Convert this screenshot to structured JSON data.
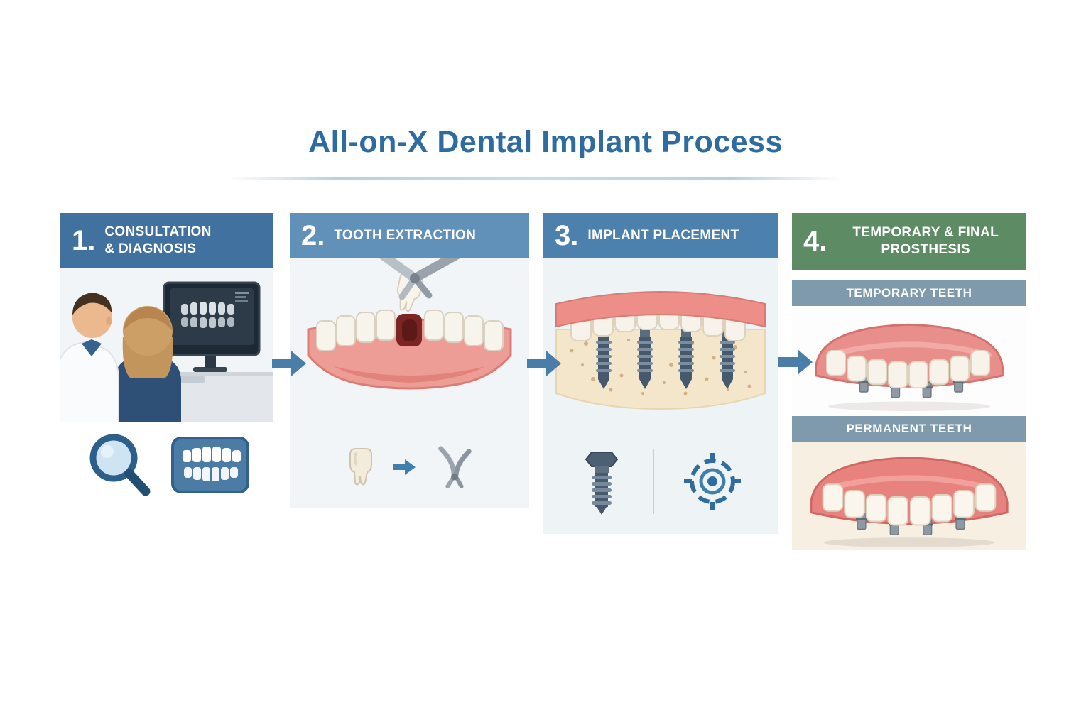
{
  "title": "All-on-X Dental Implant Process",
  "steps": [
    {
      "number": "1.",
      "label": "CONSULTATION & DIAGNOSIS"
    },
    {
      "number": "2.",
      "label": "TOOTH EXTRACTION"
    },
    {
      "number": "3.",
      "label": "IMPLANT PLACEMENT"
    },
    {
      "number": "4.",
      "label": "TEMPORARY & FINAL PROSTHESIS"
    }
  ],
  "prosthesis": {
    "temporary_band": "TEMPORARY TEETH",
    "permanent_band": "PERMANENT TEETH"
  },
  "icons": {
    "step1": [
      "magnifier-icon",
      "teeth-chart-icon"
    ],
    "step2": [
      "tooth-icon",
      "arrow-right-icon",
      "forceps-icon"
    ],
    "step3": [
      "implant-screw-icon",
      "target-icon"
    ],
    "between_steps": "arrow-right-icon"
  },
  "colors": {
    "title_text": "#2d6ba1",
    "step1_header_bg": "#40719f",
    "step2_header_bg": "#6190b9",
    "step3_header_bg": "#4d81ad",
    "step4_header_bg": "#5d8b64",
    "band_bg": "#7e9aac",
    "arrow": "#4a7ea9",
    "gum_pink": "#e88f8c",
    "bone_beige": "#f3e6ca",
    "permanent_section_bg": "#f6efe2"
  }
}
